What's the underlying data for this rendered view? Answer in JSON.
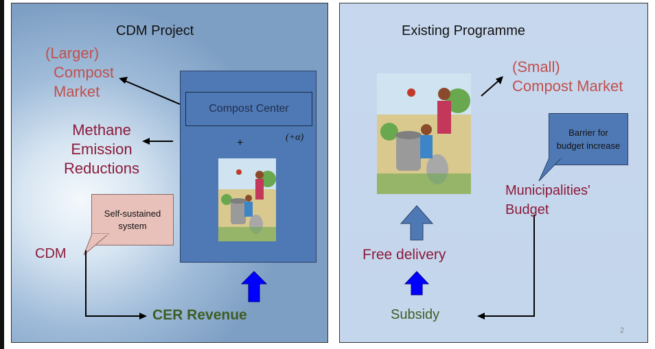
{
  "left_panel": {
    "title": "CDM Project",
    "larger_compost_market": [
      "(Larger)",
      "Compost",
      "Market"
    ],
    "methane": [
      "Methane",
      "Emission",
      "Reductions"
    ],
    "compost_center": "Compost Center",
    "plus": "+",
    "plus_alpha": "(+α)",
    "callout": [
      "Self-sustained",
      "system"
    ],
    "cdm": "CDM",
    "cer_revenue": "CER Revenue"
  },
  "right_panel": {
    "title": "Existing Programme",
    "small_compost_market": [
      "(Small)",
      "Compost Market"
    ],
    "callout": [
      "Barrier for",
      "budget increase"
    ],
    "budget": [
      "Municipalities'",
      "Budget"
    ],
    "free_delivery": "Free delivery",
    "subsidy": "Subsidy",
    "page_number": "2"
  },
  "colors": {
    "accent_red": "#c0504d",
    "maroon": "#8b1a3a",
    "box_blue": "#4f79b5",
    "arrow_blue": "#0000ff",
    "green": "#3e5d23"
  }
}
